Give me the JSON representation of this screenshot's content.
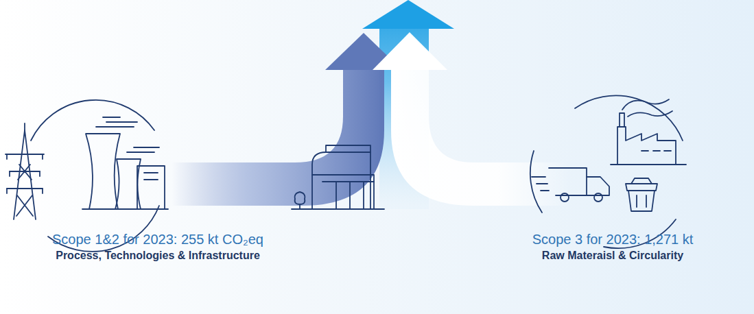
{
  "diagram": {
    "labels": [
      "Scope 1&2 for 2023: 255 kt CO₂eq",
      "Process, Technologies & Infrastructure",
      "Scope 3 for 2023: 1,271 kt",
      "Raw Materaisl & Circularity"
    ]
  }
}
